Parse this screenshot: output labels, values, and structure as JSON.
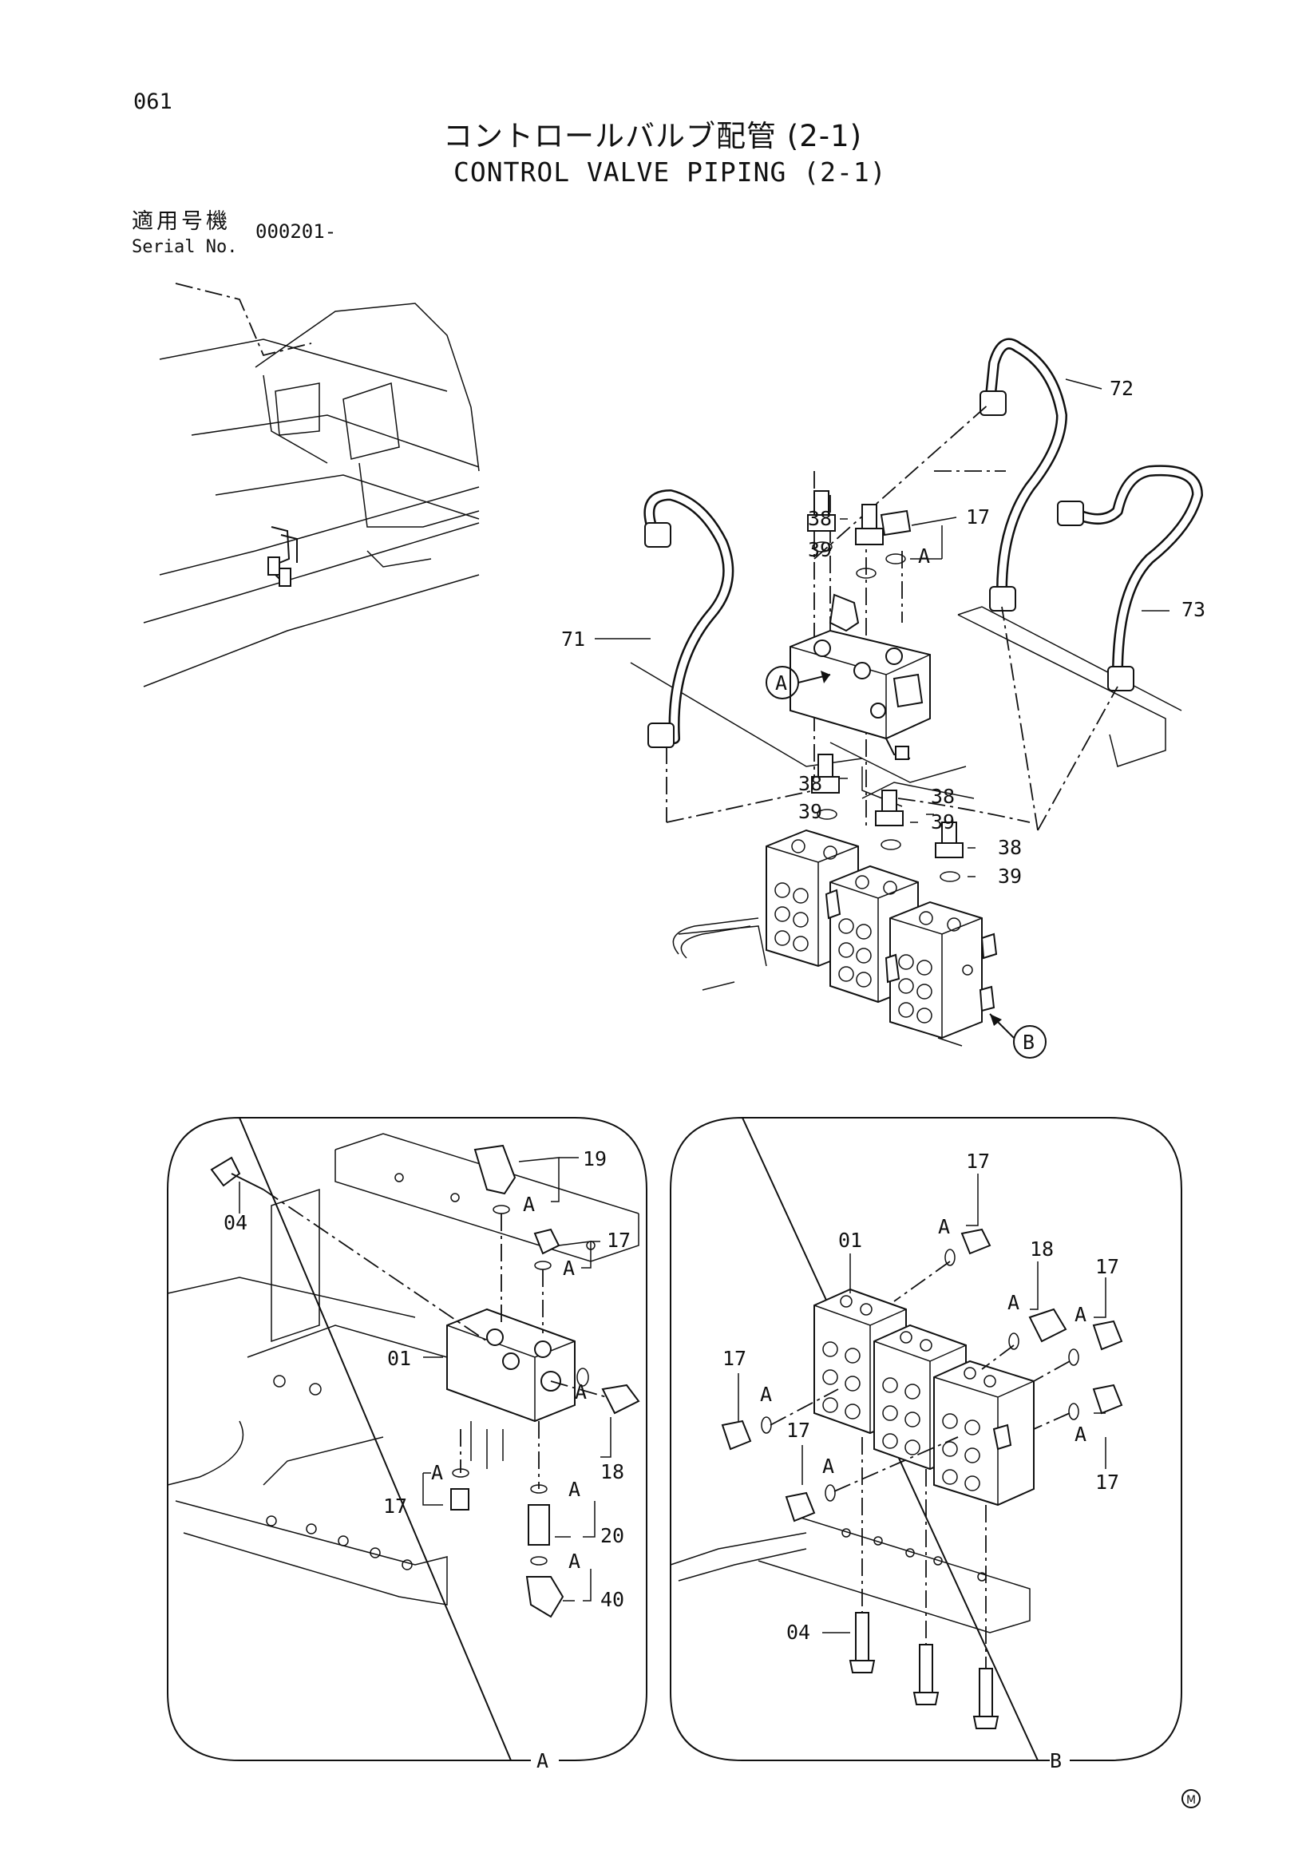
{
  "page_number": "061",
  "title_jp": "コントロールバルブ配管 (2-1)",
  "title_en": "CONTROL VALVE PIPING (2-1)",
  "serial": {
    "label_jp": "適用号機",
    "label_en": "Serial No.",
    "value": "000201-"
  },
  "callouts": {
    "main": {
      "c72": "72",
      "c71": "71",
      "c73": "73",
      "c38a": "38",
      "c39a": "39",
      "c17a": "17",
      "cAa": "A",
      "c38b": "38",
      "c39b": "39",
      "c38c": "38",
      "c39c": "39",
      "c38d": "38",
      "c39d": "39"
    },
    "view_marker_a": "A",
    "view_marker_b": "B",
    "detail_a": {
      "c19": "19",
      "cA19": "A",
      "c04": "04",
      "c17": "17",
      "cA17": "A",
      "c01": "01",
      "c18": "18",
      "cA18": "A",
      "c17b": "17",
      "cA17b": "A",
      "c20": "20",
      "cA20": "A",
      "c40": "40",
      "cA40": "A"
    },
    "detail_b": {
      "c17top": "17",
      "cAtop": "A",
      "c01": "01",
      "c18": "18",
      "cA18": "A",
      "c17r1": "17",
      "cAr1": "A",
      "c17l": "17",
      "cAl": "A",
      "c17l2": "17",
      "cAl2": "A",
      "cAr2": "A",
      "c17r2": "17",
      "c04": "04"
    }
  },
  "frame_labels": {
    "a": "A",
    "b": "B"
  },
  "mark": "M"
}
